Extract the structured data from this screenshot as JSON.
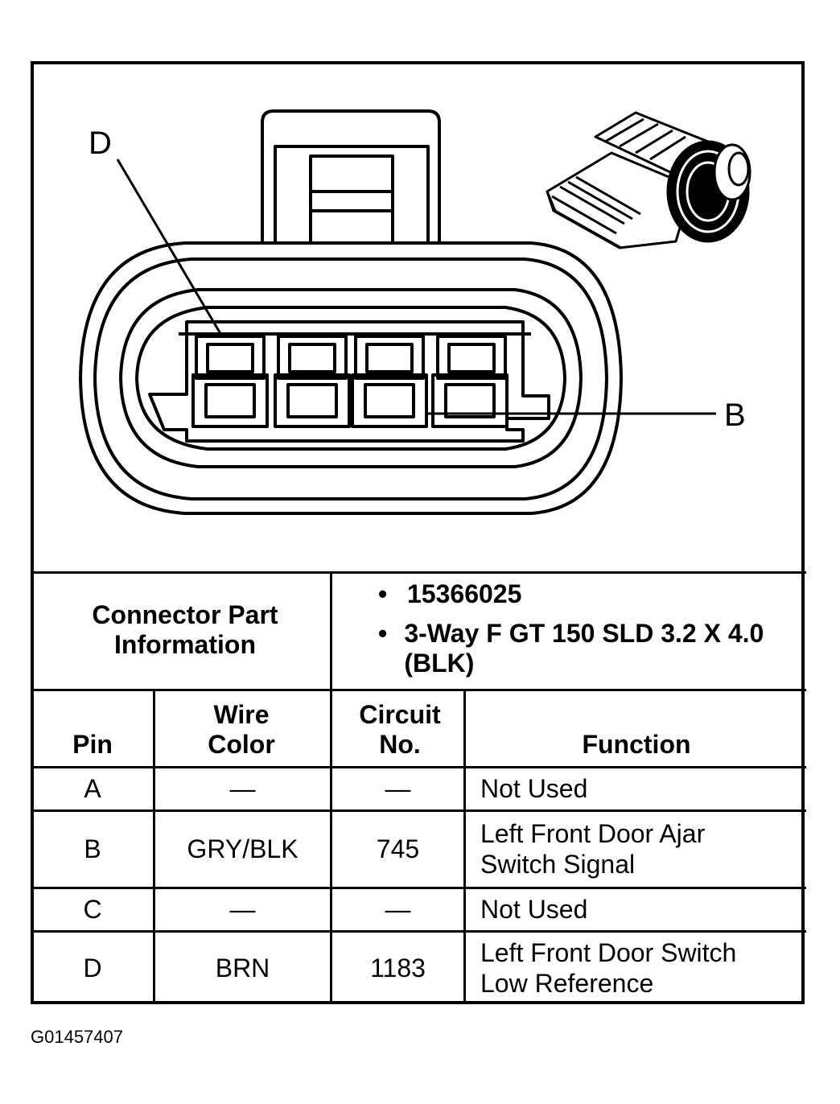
{
  "diagram": {
    "label_d": "D",
    "label_b": "B"
  },
  "table": {
    "part_info_label": "Connector Part Information",
    "part_info_values": [
      "15366025",
      "3-Way F GT 150 SLD 3.2 X 4.0 (BLK)"
    ],
    "headers": {
      "pin": "Pin",
      "wire_color": "Wire Color",
      "circuit_no": "Circuit No.",
      "function": "Function"
    },
    "rows": [
      {
        "pin": "A",
        "wire_color": "—",
        "circuit_no": "—",
        "function": "Not Used"
      },
      {
        "pin": "B",
        "wire_color": "GRY/BLK",
        "circuit_no": "745",
        "function": "Left Front Door Ajar Switch Signal"
      },
      {
        "pin": "C",
        "wire_color": "—",
        "circuit_no": "—",
        "function": "Not Used"
      },
      {
        "pin": "D",
        "wire_color": "BRN",
        "circuit_no": "1183",
        "function": "Left Front Door Switch Low Reference"
      }
    ]
  },
  "figure_code": "G01457407"
}
